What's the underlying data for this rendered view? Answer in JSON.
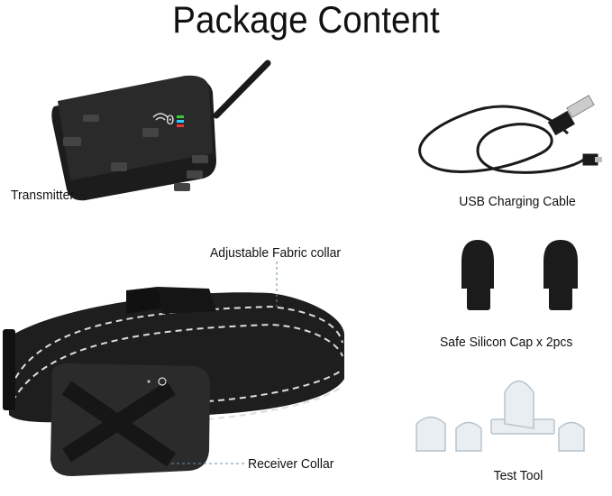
{
  "title": "Package Content",
  "items": {
    "transmitter": "Transmitter",
    "usb_cable": "USB Charging Cable",
    "fabric_collar": "Adjustable Fabric collar",
    "silicon_cap": "Safe Silicon Cap x 2pcs",
    "receiver_collar": "Receiver Collar",
    "test_tool": "Test Tool"
  },
  "transmitter_display": "0"
}
